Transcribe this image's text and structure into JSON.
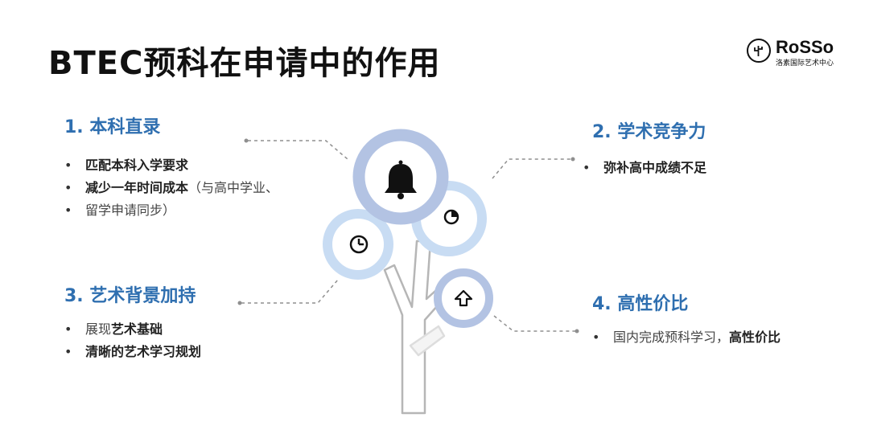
{
  "title": "BTEC预科在申请中的作用",
  "logo": {
    "brand": "RoSSo",
    "subtitle": "洛素国际艺术中心"
  },
  "sections": [
    {
      "heading": "1. 本科直录",
      "bullets": [
        {
          "bold": "匹配本科入学要求",
          "normal": ""
        },
        {
          "bold": "减少一年时间成本",
          "normal": "（与高中学业、"
        },
        {
          "bold": "",
          "normal": "留学申请同步）"
        }
      ]
    },
    {
      "heading": "2. 学术竞争力",
      "bullets": [
        {
          "bold": "弥补高中成绩不足",
          "normal": ""
        }
      ]
    },
    {
      "heading": "3. 艺术背景加持",
      "bullets": [
        {
          "pre": "展现",
          "bold": "艺术基础"
        },
        {
          "pre": "",
          "bold": "清晰的艺术学习规划"
        }
      ]
    },
    {
      "heading": "4. 高性价比",
      "bullets": [
        {
          "pre": "国内完成预科学习，",
          "bold": "高性价比"
        }
      ]
    }
  ],
  "icons": {
    "main": "bell-icon",
    "left": "clock-icon",
    "right": "pie-chart-icon",
    "lower": "up-arrow-icon"
  },
  "colors": {
    "heading": "#2f6fb0",
    "circle_dark": "#b3c3e3",
    "circle_light": "#c8dcf3",
    "trunk": "#b6b6b6",
    "connector": "#8f8f8f"
  }
}
